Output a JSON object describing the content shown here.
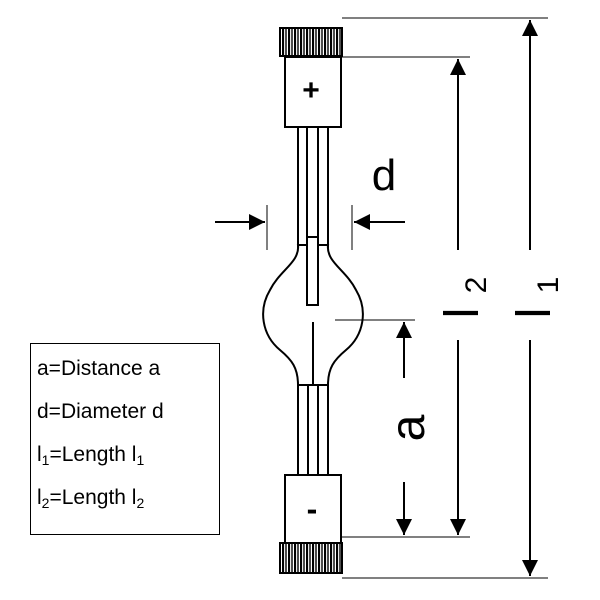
{
  "terminals": {
    "positive": "+",
    "negative": "-"
  },
  "dimensions": {
    "d": "d",
    "a": "a",
    "l2": {
      "letter": "l",
      "sub": "2"
    },
    "l1": {
      "letter": "l",
      "sub": "1"
    }
  },
  "legend": [
    {
      "prefix": "a=Distance a",
      "sub": "",
      "mid": "",
      "sub2": ""
    },
    {
      "prefix": "d=Diameter d",
      "sub": "",
      "mid": "",
      "sub2": ""
    },
    {
      "prefix": "l",
      "sub": "1",
      "mid": "=Length l",
      "sub2": "1"
    },
    {
      "prefix": "l",
      "sub": "2",
      "mid": "=Length l",
      "sub2": "2"
    }
  ]
}
